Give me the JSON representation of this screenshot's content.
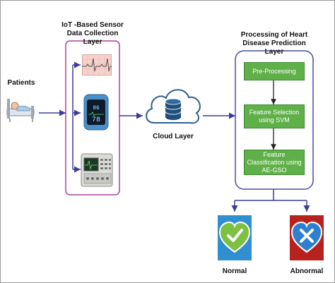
{
  "labels": {
    "patients": "Patients",
    "iot_layer": "IoT -Based Sensor Data Collection Layer",
    "cloud_layer": "Cloud Layer",
    "processing_layer": "Processing of Heart Disease Prediction Layer",
    "normal": "Normal",
    "abnormal": "Abnormal"
  },
  "stages": [
    "Pre-Processing",
    "Feature Selection using SVM",
    "Feature Classification using AE-GSO"
  ],
  "colors": {
    "connector": "#3b3b9c",
    "iot_border": "#a8449a",
    "processing_border": "#4a4aa8",
    "stage_fill": "#5fb049",
    "normal_bg": "#2f8fd0",
    "normal_heart": "#7cc142",
    "abnormal_bg": "#b8221e",
    "abnormal_heart": "#2f7fd0"
  },
  "icons": [
    "patient-in-bed-icon",
    "ecg-strip-icon",
    "pulse-oximeter-icon",
    "ecg-monitor-icon",
    "cloud-database-icon",
    "heart-check-icon",
    "heart-cross-icon"
  ]
}
